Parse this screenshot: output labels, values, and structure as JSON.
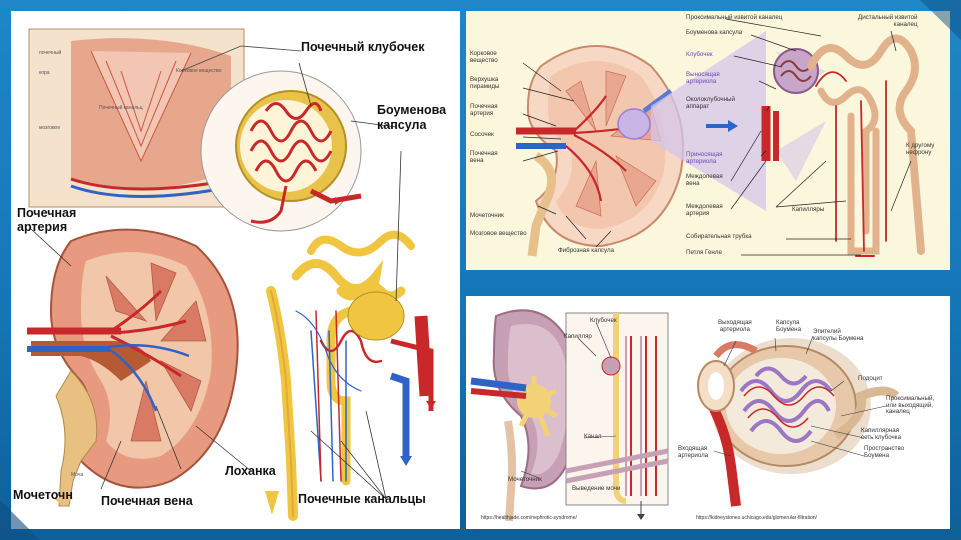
{
  "panel1": {
    "labels": {
      "glomerulus": "Почечный клубочек",
      "bowman": "Боуменова\nкапсула",
      "artery": "Почечная\nартерия",
      "ureter": "Мочеточн",
      "vein": "Почечная вена",
      "pelvis": "Лоханка",
      "tubules": "Почечные канальцы",
      "urine": "Моча",
      "inset1": "почечный",
      "inset2": "кора",
      "inset3": "мозговое",
      "inset4": "Корковое вещество",
      "inset5": "Почечный канальц"
    }
  },
  "panel2": {
    "labels": {
      "cortex": "Корковое\nвещество",
      "pyramid": "Верхушка\nпирамиды",
      "artery": "Почечная\nартерия",
      "papilla": "Сосочек",
      "vein": "Почечная\nвена",
      "ureter": "Мочеточник",
      "medulla": "Мозговое вещество",
      "capsule": "Фиброзная капсула",
      "proximal": "Проксимальный извитой каналец",
      "distal": "Дистальный извитой\nканалец",
      "bowman": "Боуменова капсула",
      "glomerulus": "Клубочек",
      "efferent": "Выносящая\nартериола",
      "juxta": "Околоклубочный\nаппарат",
      "afferent": "Приносящая\nартериола",
      "interlobarVein": "Междолевая\nвена",
      "interlobarArtery": "Междолевая\nартерия",
      "capillaries": "Капилляры",
      "toNephron": "К другому\nнефрону",
      "collecting": "Собирательная трубка",
      "henle": "Петля Генле"
    }
  },
  "panel3": {
    "labels": {
      "glomerulus": "Клубочек",
      "capillary": "Капилляр",
      "canal": "Канал",
      "ureter": "Мочеточник",
      "urine": "Выведение мочи",
      "efferent": "Выходящая\nартериола",
      "capsule": "Капсула\nБоумена",
      "epithelium": "Эпителий\nкапсулы Боумена",
      "podocyte": "Подоцит",
      "tubule": "Проксимальный,\nили выходящий,\nканалец",
      "network": "Капиллярная\nсеть клубочка",
      "afferent": "Входящая\nартериола",
      "space": "Пространство\nБоумена",
      "source1": "https://healthjade.com/nephrotic-syndrome/",
      "source2": "https://kidneystones.uchicago.edu/glomerular-filtration/"
    }
  },
  "colors": {
    "background": "#1677b8",
    "panel": "#ffffff",
    "artery": "#c8282a",
    "vein": "#2f63c8",
    "tubule": "#f0c640",
    "cortex": "#e89a80",
    "purple": "#b9a4d9"
  }
}
